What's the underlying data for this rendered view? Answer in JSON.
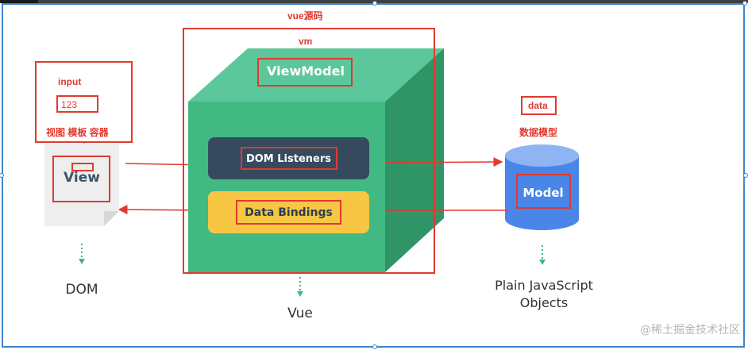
{
  "annotations": {
    "vue_source": "vue源码",
    "vm": "vm",
    "input": "input",
    "input_value": "123",
    "view_template": "视图 模板  容器",
    "data": "data",
    "data_model": "数据模型"
  },
  "diagram": {
    "view": "View",
    "viewmodel": "ViewModel",
    "dom_listeners": "DOM Listeners",
    "data_bindings": "Data Bindings",
    "model": "Model",
    "dom": "DOM",
    "vue": "Vue",
    "plain_js_line1": "Plain JavaScript",
    "plain_js_line2": "Objects"
  },
  "watermark": "@稀土掘金技术社区",
  "colors": {
    "vue_green": "#42b883",
    "vue_green_top": "#5cc79b",
    "vue_green_side": "#2f9567",
    "dark_slate": "#364a5e",
    "binding_yellow": "#f7c743",
    "model_blue": "#4a86e8",
    "annotation_red": "#e03a2f",
    "arrow_teal": "#42b883"
  }
}
